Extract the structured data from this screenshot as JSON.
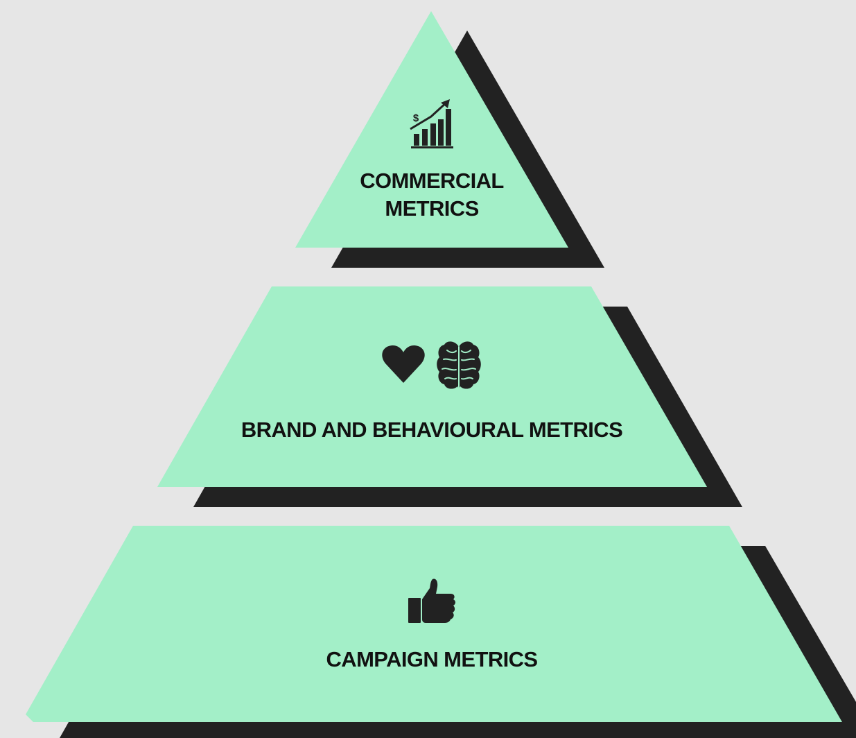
{
  "colors": {
    "background": "#e6e6e6",
    "tier_fill": "#a3efc8",
    "shadow": "#222222",
    "icon": "#222222",
    "text": "#111111"
  },
  "tiers": [
    {
      "label_line1": "COMMERCIAL",
      "label_line2": "METRICS",
      "icon": "revenue-growth-chart-icon"
    },
    {
      "label": "BRAND AND BEHAVIOURAL METRICS",
      "icons": [
        "heart-icon",
        "brain-icon"
      ]
    },
    {
      "label": "CAMPAIGN METRICS",
      "icon": "thumbs-up-icon"
    }
  ]
}
